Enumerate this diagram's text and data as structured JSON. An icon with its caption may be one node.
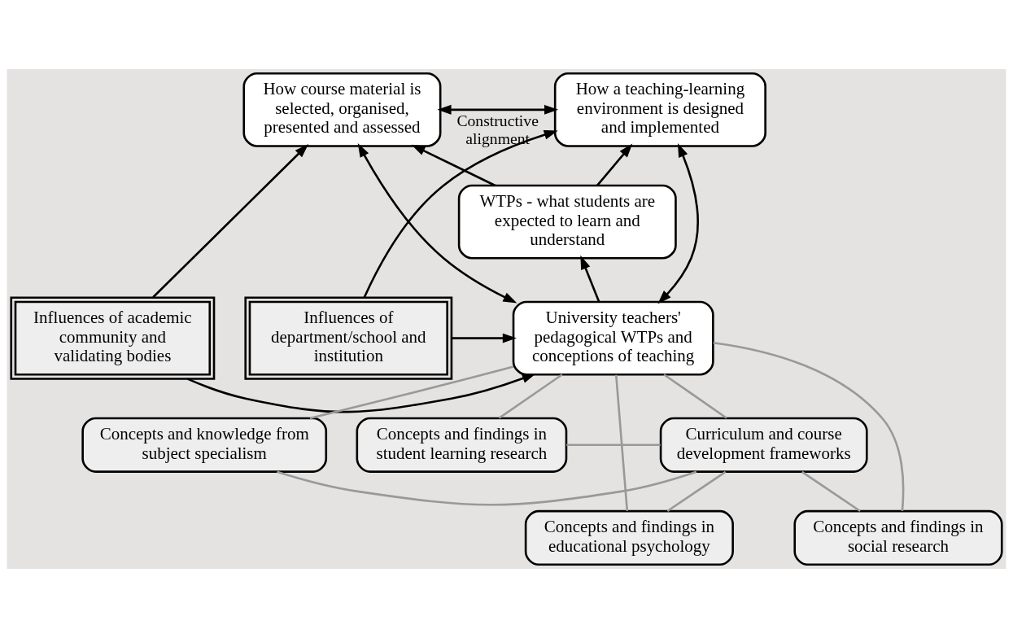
{
  "diagram": {
    "nodes": [
      {
        "text": [
          "How course material is selected, organised, presented and assessed"
        ]
      },
      {
        "text": [
          "How a teaching-learning environment is designed and implemented"
        ]
      },
      {
        "text": [
          "WTPs - what students are expected to learn and understand"
        ]
      },
      {
        "text": [
          "Influences of academic community and validating bodies"
        ]
      },
      {
        "text": [
          "University teachers' pedagogical WTPs and conceptions of teaching"
        ]
      },
      {
        "text": [
          "Influences of department/school and institution"
        ]
      },
      {
        "text": [
          "Concepts and knowledge from subject specialism"
        ]
      },
      {
        "text": [
          "Curriculum and course development frameworks"
        ]
      },
      {
        "text": [
          "Concepts and findings in student learning research"
        ]
      },
      {
        "text": [
          "Concepts and findings in educational psychology"
        ]
      },
      {
        "text": [
          "Concepts and findings in social research"
        ]
      }
    ],
    "edges": [
      {
        "from": 0,
        "to": 1,
        "arrow": "both",
        "label": "Constructive alignment"
      },
      {
        "from": 3,
        "to": 0,
        "arrow": "to"
      },
      {
        "from": 4,
        "to": 0,
        "arrow": "both"
      },
      {
        "from": 2,
        "to": 0,
        "arrow": "to"
      },
      {
        "from": 2,
        "to": 1,
        "arrow": "to"
      },
      {
        "from": 4,
        "to": 1,
        "arrow": "both"
      },
      {
        "from": 5,
        "to": 1,
        "arrow": "to"
      },
      {
        "from": 4,
        "to": 2,
        "arrow": "to"
      },
      {
        "from": 3,
        "to": 4,
        "arrow": "to"
      },
      {
        "from": 5,
        "to": 4,
        "arrow": "to"
      },
      {
        "from": 6,
        "to": 4,
        "arrow": "none",
        "color": "#999999"
      },
      {
        "from": 7,
        "to": 4,
        "arrow": "none",
        "color": "#999999"
      },
      {
        "from": 8,
        "to": 4,
        "arrow": "none",
        "color": "#999999"
      },
      {
        "from": 9,
        "to": 4,
        "arrow": "none",
        "color": "#999999"
      },
      {
        "from": 10,
        "to": 4,
        "arrow": "none",
        "color": "#999999"
      },
      {
        "from": 6,
        "to": 7,
        "arrow": "none",
        "color": "#999999"
      },
      {
        "from": 8,
        "to": 7,
        "arrow": "none",
        "color": "#999999"
      },
      {
        "from": 9,
        "to": 7,
        "arrow": "none",
        "color": "#999999"
      },
      {
        "from": 10,
        "to": 7,
        "arrow": "none",
        "color": "#999999"
      }
    ]
  }
}
